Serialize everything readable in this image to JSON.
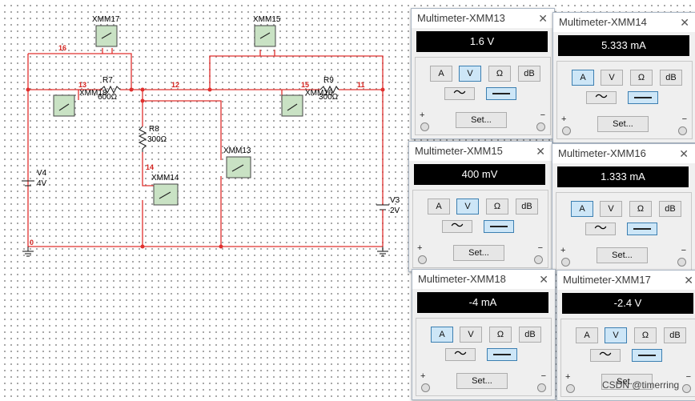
{
  "schematic": {
    "meters": [
      "XMM17",
      "XMM15",
      "XMM18",
      "XMM16",
      "XMM13",
      "XMM14"
    ],
    "nets": [
      "16",
      "13",
      "12",
      "15",
      "11",
      "14",
      "0"
    ],
    "components": {
      "r7_name": "R7",
      "r7_value": "600Ω",
      "r8_name": "R8",
      "r8_value": "300Ω",
      "r9_name": "R9",
      "r9_value": "300Ω",
      "v4_name": "V4",
      "v4_value": "4V",
      "v3_name": "V3",
      "v3_value": "2V"
    }
  },
  "multimeters": [
    {
      "title": "Multimeter-XMM13",
      "reading": "1.6 V",
      "mode": "V",
      "coupling": "DC"
    },
    {
      "title": "Multimeter-XMM14",
      "reading": "5.333 mA",
      "mode": "A",
      "coupling": "DC"
    },
    {
      "title": "Multimeter-XMM15",
      "reading": "400 mV",
      "mode": "V",
      "coupling": "DC"
    },
    {
      "title": "Multimeter-XMM16",
      "reading": "1.333 mA",
      "mode": "A",
      "coupling": "DC"
    },
    {
      "title": "Multimeter-XMM18",
      "reading": "-4 mA",
      "mode": "A",
      "coupling": "DC"
    },
    {
      "title": "Multimeter-XMM17",
      "reading": "-2.4 V",
      "mode": "V",
      "coupling": "DC"
    }
  ],
  "controls": {
    "a": "A",
    "v": "V",
    "ohm": "Ω",
    "db": "dB",
    "ac_symbol": "〜",
    "set": "Set...",
    "plus": "+",
    "minus": "−",
    "close": "✕"
  },
  "selected_button_color": "#cde6f7",
  "wire_color": "#e0302e",
  "watermark": "CSDN @timerring"
}
